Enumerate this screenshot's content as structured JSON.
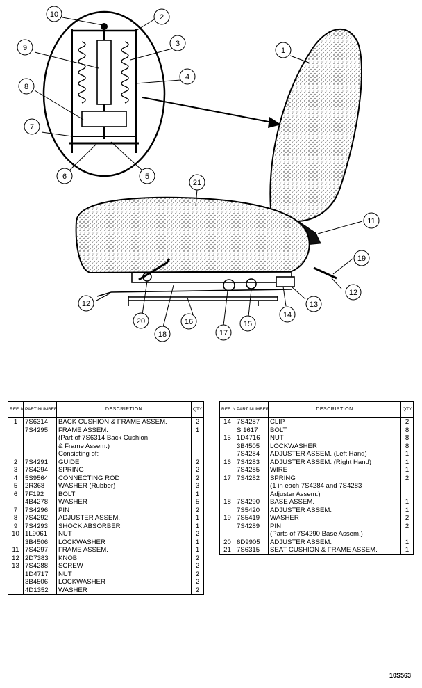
{
  "callouts": [
    {
      "ref": "1"
    },
    {
      "ref": "2"
    },
    {
      "ref": "3"
    },
    {
      "ref": "4"
    },
    {
      "ref": "5"
    },
    {
      "ref": "6"
    },
    {
      "ref": "7"
    },
    {
      "ref": "8"
    },
    {
      "ref": "9"
    },
    {
      "ref": "10"
    },
    {
      "ref": "11"
    },
    {
      "ref": "12"
    },
    {
      "ref": "12"
    },
    {
      "ref": "13"
    },
    {
      "ref": "14"
    },
    {
      "ref": "15"
    },
    {
      "ref": "16"
    },
    {
      "ref": "17"
    },
    {
      "ref": "18"
    },
    {
      "ref": "19"
    },
    {
      "ref": "20"
    },
    {
      "ref": "21"
    }
  ],
  "table_headers": {
    "ref": "REF. NO.",
    "part": "PART NUMBER",
    "description": "DESCRIPTION",
    "qty": "QTY"
  },
  "left_rows": [
    {
      "ref": "1",
      "part": "7S6314",
      "desc": "BACK CUSHION & FRAME ASSEM.",
      "indent": 0,
      "qty": "2"
    },
    {
      "ref": "",
      "part": "7S4295",
      "desc": "FRAME ASSEM.",
      "indent": 1,
      "qty": "1"
    },
    {
      "ref": "",
      "part": "",
      "desc": "(Part of 7S6314 Back Cushion",
      "indent": 1,
      "qty": ""
    },
    {
      "ref": "",
      "part": "",
      "desc": "& Frame Assem.)",
      "indent": 4,
      "qty": ""
    },
    {
      "ref": "",
      "part": "",
      "desc": "Consisting of:",
      "indent": 4,
      "qty": ""
    },
    {
      "ref": "2",
      "part": "7S4291",
      "desc": "GUIDE",
      "indent": 2,
      "qty": "2"
    },
    {
      "ref": "3",
      "part": "7S4294",
      "desc": "SPRING",
      "indent": 2,
      "qty": "2"
    },
    {
      "ref": "4",
      "part": "5S9564",
      "desc": "CONNECTING ROD",
      "indent": 2,
      "qty": "2"
    },
    {
      "ref": "5",
      "part": "2R368",
      "desc": "WASHER (Rubber)",
      "indent": 2,
      "qty": "3"
    },
    {
      "ref": "6",
      "part": "7F192",
      "desc": "BOLT",
      "indent": 2,
      "qty": "1"
    },
    {
      "ref": "",
      "part": "4B4278",
      "desc": "WASHER",
      "indent": 2,
      "qty": "5"
    },
    {
      "ref": "7",
      "part": "7S4296",
      "desc": "PIN",
      "indent": 2,
      "qty": "2"
    },
    {
      "ref": "8",
      "part": "7S4292",
      "desc": "ADJUSTER ASSEM.",
      "indent": 2,
      "qty": "1"
    },
    {
      "ref": "9",
      "part": "7S4293",
      "desc": "SHOCK ABSORBER",
      "indent": 2,
      "qty": "1"
    },
    {
      "ref": "10",
      "part": "1L9061",
      "desc": "NUT",
      "indent": 2,
      "qty": "2"
    },
    {
      "ref": "",
      "part": "3B4506",
      "desc": "LOCKWASHER",
      "indent": 2,
      "qty": "1"
    },
    {
      "ref": "11",
      "part": "7S4297",
      "desc": "FRAME ASSEM.",
      "indent": 2,
      "qty": "1"
    },
    {
      "ref": "12",
      "part": "2D7383",
      "desc": "KNOB",
      "indent": 0,
      "qty": "2"
    },
    {
      "ref": "13",
      "part": "7S4288",
      "desc": "SCREW",
      "indent": 0,
      "qty": "2"
    },
    {
      "ref": "",
      "part": "1D4717",
      "desc": "NUT",
      "indent": 0,
      "qty": "2"
    },
    {
      "ref": "",
      "part": "3B4506",
      "desc": "LOCKWASHER",
      "indent": 0,
      "qty": "2"
    },
    {
      "ref": "",
      "part": "4D1352",
      "desc": "WASHER",
      "indent": 0,
      "qty": "2"
    }
  ],
  "right_rows": [
    {
      "ref": "14",
      "part": "7S4287",
      "desc": "CLIP",
      "indent": 0,
      "qty": "2"
    },
    {
      "ref": "",
      "part": "S 1617",
      "desc": "BOLT",
      "indent": 0,
      "qty": "8"
    },
    {
      "ref": "15",
      "part": "1D4716",
      "desc": "NUT",
      "indent": 0,
      "qty": "8"
    },
    {
      "ref": "",
      "part": "3B4505",
      "desc": "LOCKWASHER",
      "indent": 0,
      "qty": "8"
    },
    {
      "ref": "",
      "part": "7S4284",
      "desc": "ADJUSTER ASSEM. (Left Hand)",
      "indent": 0,
      "qty": "1"
    },
    {
      "ref": "16",
      "part": "7S4283",
      "desc": "ADJUSTER ASSEM. (Right Hand)",
      "indent": 0,
      "qty": "1"
    },
    {
      "ref": "",
      "part": "7S4285",
      "desc": "WIRE",
      "indent": 0,
      "qty": "1"
    },
    {
      "ref": "17",
      "part": "7S4282",
      "desc": "SPRING",
      "indent": 3,
      "qty": "2"
    },
    {
      "ref": "",
      "part": "",
      "desc": "(1 in each 7S4284 and 7S4283",
      "indent": 3,
      "qty": ""
    },
    {
      "ref": "",
      "part": "",
      "desc": "Adjuster Assem.)",
      "indent": 5,
      "qty": ""
    },
    {
      "ref": "18",
      "part": "7S4290",
      "desc": "BASE ASSEM.",
      "indent": 0,
      "qty": "1"
    },
    {
      "ref": "",
      "part": "7S5420",
      "desc": "ADJUSTER ASSEM.",
      "indent": 2,
      "qty": "1"
    },
    {
      "ref": "19",
      "part": "7S5419",
      "desc": "WASHER",
      "indent": 2,
      "qty": "2"
    },
    {
      "ref": "",
      "part": "7S4289",
      "desc": "PIN",
      "indent": 2,
      "qty": "2"
    },
    {
      "ref": "",
      "part": "",
      "desc": "(Parts of 7S4290 Base Assem.)",
      "indent": 2,
      "qty": ""
    },
    {
      "ref": "20",
      "part": "6D9905",
      "desc": "ADJUSTER ASSEM.",
      "indent": 0,
      "qty": "1"
    },
    {
      "ref": "21",
      "part": "7S6315",
      "desc": "SEAT CUSHION & FRAME ASSEM.",
      "indent": 0,
      "qty": "1"
    }
  ],
  "figure_number": "10S563"
}
